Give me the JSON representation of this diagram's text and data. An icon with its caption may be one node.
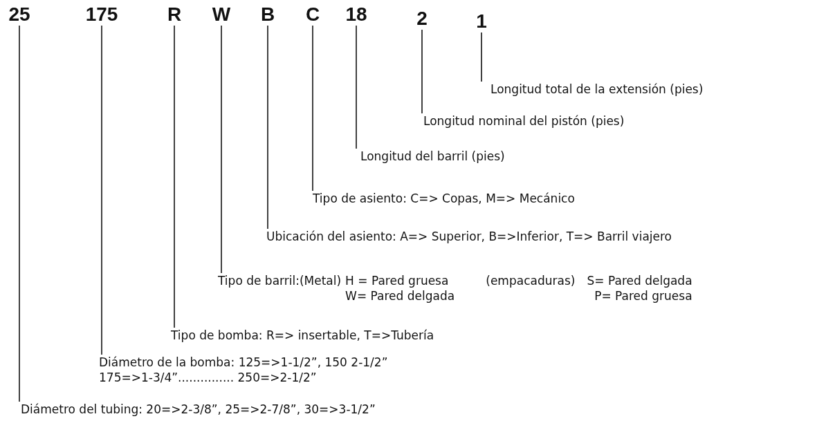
{
  "diagram": {
    "nodes": [
      {
        "text": [
          "25"
        ]
      },
      {
        "text": [
          "175"
        ]
      },
      {
        "text": [
          "R"
        ]
      },
      {
        "text": [
          "W"
        ]
      },
      {
        "text": [
          "B"
        ]
      },
      {
        "text": [
          "C"
        ]
      },
      {
        "text": [
          "18"
        ]
      },
      {
        "text": [
          "2"
        ]
      },
      {
        "text": [
          "1"
        ]
      },
      {
        "text": [
          "Longitud total de la extensión (pies)"
        ]
      },
      {
        "text": [
          "Longitud nominal del pistón (pies)"
        ]
      },
      {
        "text": [
          "Longitud del barril (pies)"
        ]
      },
      {
        "text": [
          "Tipo de asiento: C=> Copas, M=> Mecánico"
        ]
      },
      {
        "text": [
          "Ubicación del asiento: A=> Superior, B=>Inferior, T=> Barril viajero"
        ]
      },
      {
        "text": [
          "Tipo de barril:(Metal)",
          "H = Pared gruesa W= Pared delgada",
          "(empacaduras)",
          "S= Pared delgada P= Pared gruesa"
        ]
      },
      {
        "text": [
          "Tipo de bomba: R=> insertable, T=>Tubería"
        ]
      },
      {
        "text": [
          "Diámetro de la bomba: 125=>1-1/2”, 150 2-1/2” 175=>1-3/4”............... 250=>2-1/2”"
        ]
      },
      {
        "text": [
          "Diámetro del tubing: 20=>2-3/8”, 25=>2-7/8”, 30=>3-1/2”"
        ]
      }
    ],
    "edges": [
      {
        "from": 8,
        "to": 9,
        "arrow": "none"
      },
      {
        "from": 7,
        "to": 10,
        "arrow": "none"
      },
      {
        "from": 6,
        "to": 11,
        "arrow": "none"
      },
      {
        "from": 5,
        "to": 12,
        "arrow": "none"
      },
      {
        "from": 4,
        "to": 13,
        "arrow": "none"
      },
      {
        "from": 3,
        "to": 14,
        "arrow": "none"
      },
      {
        "from": 2,
        "to": 15,
        "arrow": "none"
      },
      {
        "from": 1,
        "to": 16,
        "arrow": "none"
      },
      {
        "from": 0,
        "to": 17,
        "arrow": "none"
      }
    ]
  }
}
